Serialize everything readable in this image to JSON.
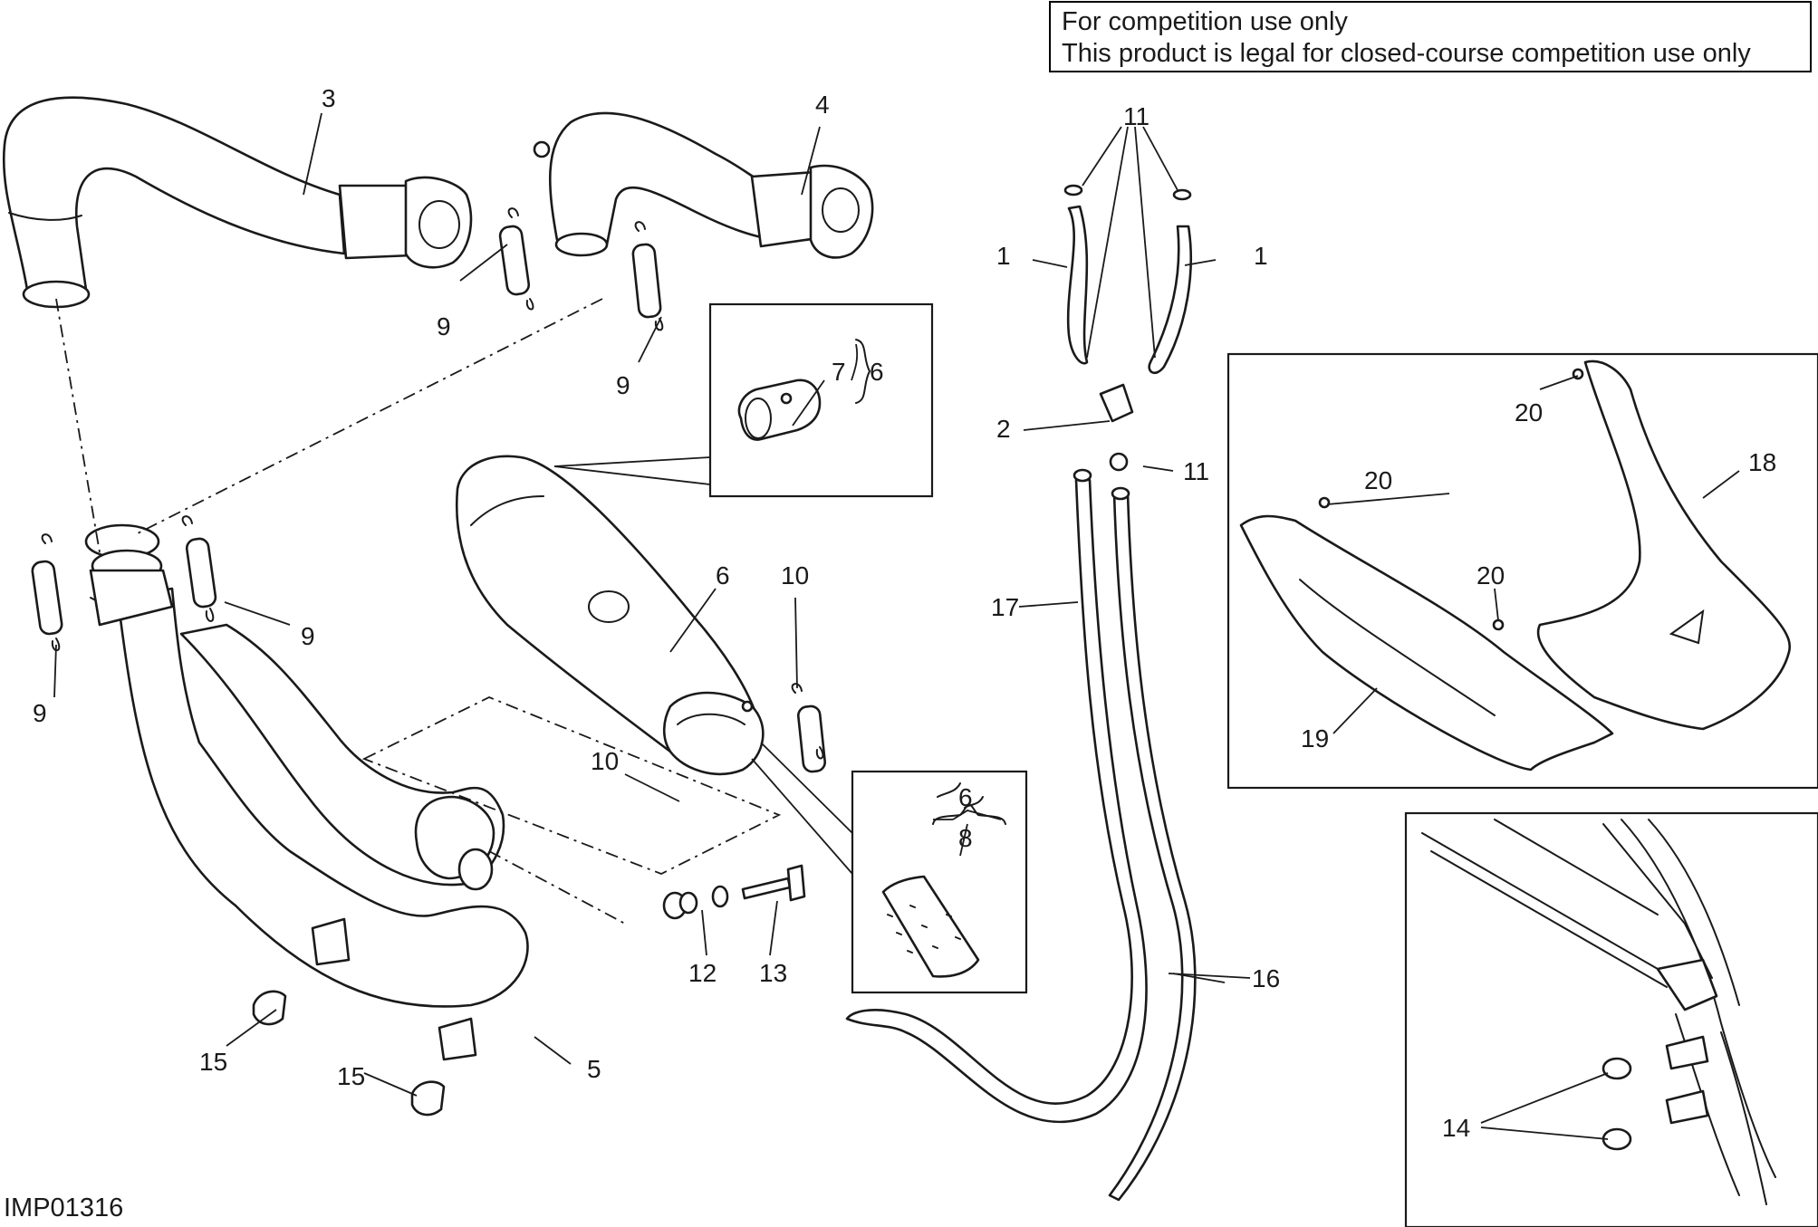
{
  "notice": {
    "line1": "For competition use only",
    "line2": "This product is legal for closed-course competition use only"
  },
  "diagram_code": "IMP01316",
  "labels": {
    "p1": "1",
    "p2": "2",
    "p3": "3",
    "p4": "4",
    "p5": "5",
    "p6": "6",
    "p7": "7",
    "p8": "8",
    "p9": "9",
    "p10": "10",
    "p11": "11",
    "p12": "12",
    "p13": "13",
    "p14": "14",
    "p15": "15",
    "p16": "16",
    "p17": "17",
    "p18": "18",
    "p19": "19",
    "p20": "20"
  }
}
